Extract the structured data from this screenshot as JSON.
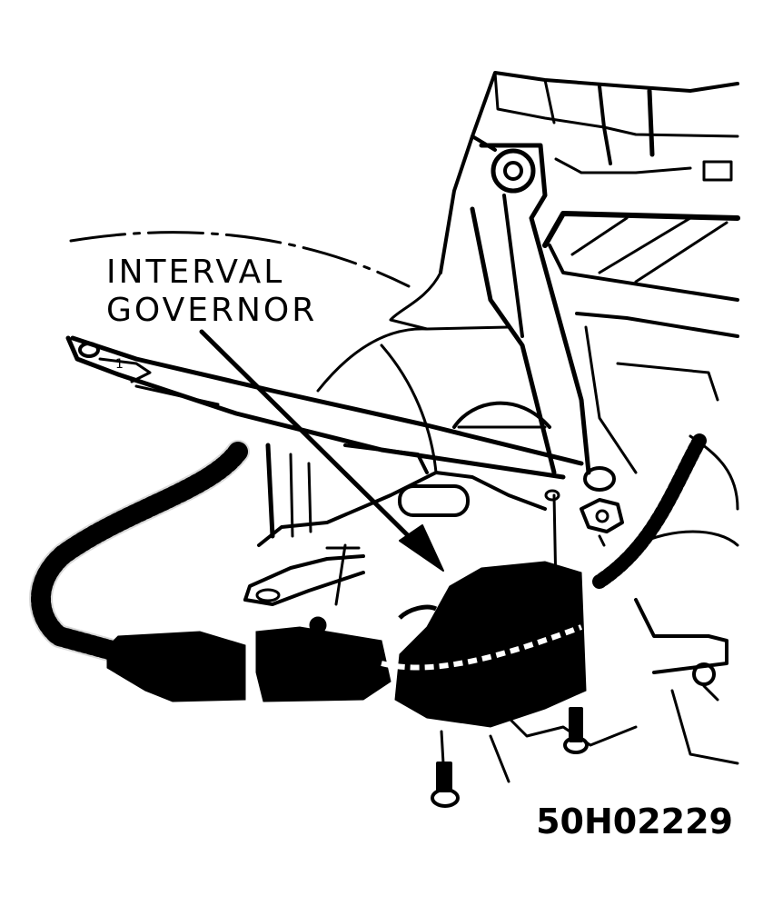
{
  "diagram": {
    "callout": {
      "line1": "INTERVAL",
      "line2": "GOVERNOR"
    },
    "figure_code": "50H02229",
    "part_marker": "1",
    "colors": {
      "ink": "#000000",
      "paper": "#ffffff"
    }
  }
}
